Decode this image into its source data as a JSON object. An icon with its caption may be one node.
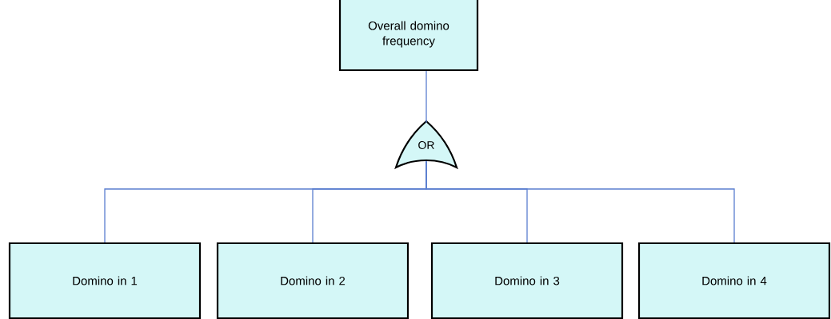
{
  "diagram": {
    "nodes": [
      {
        "text": [
          "Overall domino frequency"
        ]
      },
      {
        "text": [
          "OR"
        ]
      },
      {
        "text": [
          "Domino in 1"
        ]
      },
      {
        "text": [
          "Domino in 2"
        ]
      },
      {
        "text": [
          "Domino in 3"
        ]
      },
      {
        "text": [
          "Domino in 4"
        ]
      }
    ],
    "edges": [
      {
        "from": 1,
        "to": 0,
        "arrow": "none"
      },
      {
        "from": 1,
        "to": 2,
        "arrow": "none"
      },
      {
        "from": 1,
        "to": 3,
        "arrow": "none"
      },
      {
        "from": 1,
        "to": 4,
        "arrow": "none"
      },
      {
        "from": 1,
        "to": 5,
        "arrow": "none"
      }
    ]
  }
}
